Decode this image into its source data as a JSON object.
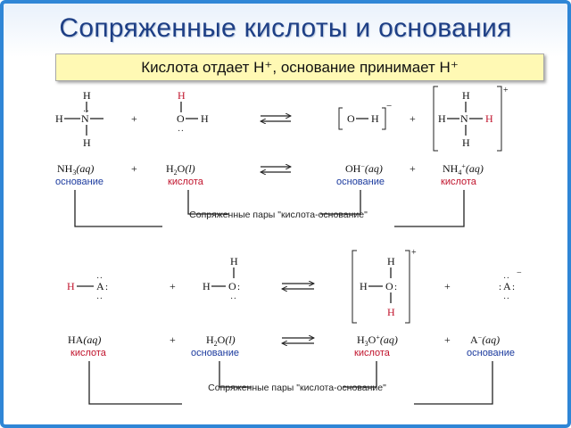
{
  "title": "Сопряженные кислоты и основания",
  "subtitle": "Кислота отдает H⁺, основание принимает H⁺",
  "symbols": {
    "H": "H",
    "N": "N",
    "O": "O",
    "A": "A",
    "plus": "+",
    "charge_plus": "+",
    "charge_minus": "−",
    "lone_pair": ":"
  },
  "reaction1": {
    "species": [
      {
        "formula": "NH",
        "sub": "3",
        "phase": "(aq)",
        "role": "основание"
      },
      {
        "formula": "H",
        "sub": "2",
        "formula_tail": "O",
        "phase": "(l)",
        "role": "кислота"
      },
      {
        "formula": "OH",
        "sup": "−",
        "phase": "(aq)",
        "role": "основание"
      },
      {
        "formula": "NH",
        "sub": "4",
        "sup": "+",
        "phase": "(aq)",
        "role": "кислота"
      }
    ],
    "pair_label": "Сопряженные пары \"кислота-основание\""
  },
  "reaction2": {
    "species": [
      {
        "formula": "HA",
        "phase": "(aq)",
        "role": "кислота"
      },
      {
        "formula": "H",
        "sub": "2",
        "formula_tail": "O",
        "phase": "(l)",
        "role": "основание"
      },
      {
        "formula": "H",
        "sub": "3",
        "formula_tail": "O",
        "sup": "+",
        "phase": "(aq)",
        "role": "кислота"
      },
      {
        "formula": "A",
        "sup": "−",
        "phase": "(aq)",
        "role": "основание"
      }
    ],
    "pair_label": "Сопряженные пары \"кислота-основание\""
  },
  "colors": {
    "title": "#1e3f85",
    "subtitle_bg": "#fff9b4",
    "frame": "#2f86d6",
    "acid": "#c0122b",
    "base": "#1b3a9e"
  }
}
